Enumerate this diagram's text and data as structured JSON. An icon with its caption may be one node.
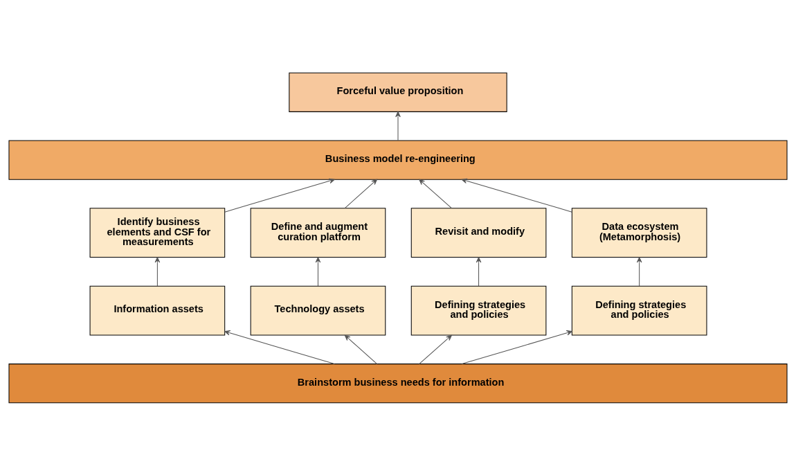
{
  "diagram": {
    "nodes": [
      {
        "text": [
          "Forceful value proposition"
        ]
      },
      {
        "text": [
          "Business model re-engineering"
        ]
      },
      {
        "text": [
          "Identify business elements and CSF for measurements"
        ]
      },
      {
        "text": [
          "Define and augment curation platform"
        ]
      },
      {
        "text": [
          "Revisit and modify"
        ]
      },
      {
        "text": [
          "Data ecosystem (Metamorphosis)"
        ]
      },
      {
        "text": [
          "Information assets"
        ]
      },
      {
        "text": [
          "Technology assets"
        ]
      },
      {
        "text": [
          "Defining strategies and policies"
        ]
      },
      {
        "text": [
          "Defining strategies and policies"
        ]
      },
      {
        "text": [
          "Brainstorm business needs for information"
        ]
      }
    ],
    "edges": [
      {
        "from": 10,
        "to": 6,
        "arrow": "to"
      },
      {
        "from": 10,
        "to": 7,
        "arrow": "to"
      },
      {
        "from": 10,
        "to": 8,
        "arrow": "to"
      },
      {
        "from": 10,
        "to": 9,
        "arrow": "to"
      },
      {
        "from": 6,
        "to": 2,
        "arrow": "to"
      },
      {
        "from": 7,
        "to": 3,
        "arrow": "to"
      },
      {
        "from": 8,
        "to": 4,
        "arrow": "to"
      },
      {
        "from": 9,
        "to": 5,
        "arrow": "to"
      },
      {
        "from": 2,
        "to": 1,
        "arrow": "to"
      },
      {
        "from": 3,
        "to": 1,
        "arrow": "to"
      },
      {
        "from": 4,
        "to": 1,
        "arrow": "to"
      },
      {
        "from": 5,
        "to": 1,
        "arrow": "to"
      },
      {
        "from": 1,
        "to": 0,
        "arrow": "to"
      }
    ]
  }
}
